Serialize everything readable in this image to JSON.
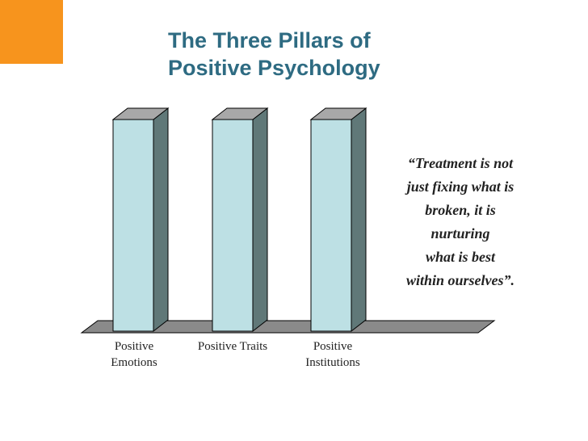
{
  "slide": {
    "title_lines": [
      "The Three Pillars of",
      "Positive Psychology"
    ],
    "pillars": [
      {
        "label": "Positive\nEmotions"
      },
      {
        "label": "Positive Traits"
      },
      {
        "label": "Positive\nInstitutions"
      }
    ],
    "quote_lines": [
      "“Treatment is not",
      "just fixing what is",
      "broken, it is",
      "nurturing",
      "what is best",
      "within ourselves”."
    ]
  },
  "colors": {
    "accent": "#f7941d",
    "title": "#2e6b82",
    "pillar_front": "#bde0e4",
    "pillar_side": "#607878",
    "pillar_top": "#a8a8a8",
    "floor": "#8a8a8a"
  }
}
